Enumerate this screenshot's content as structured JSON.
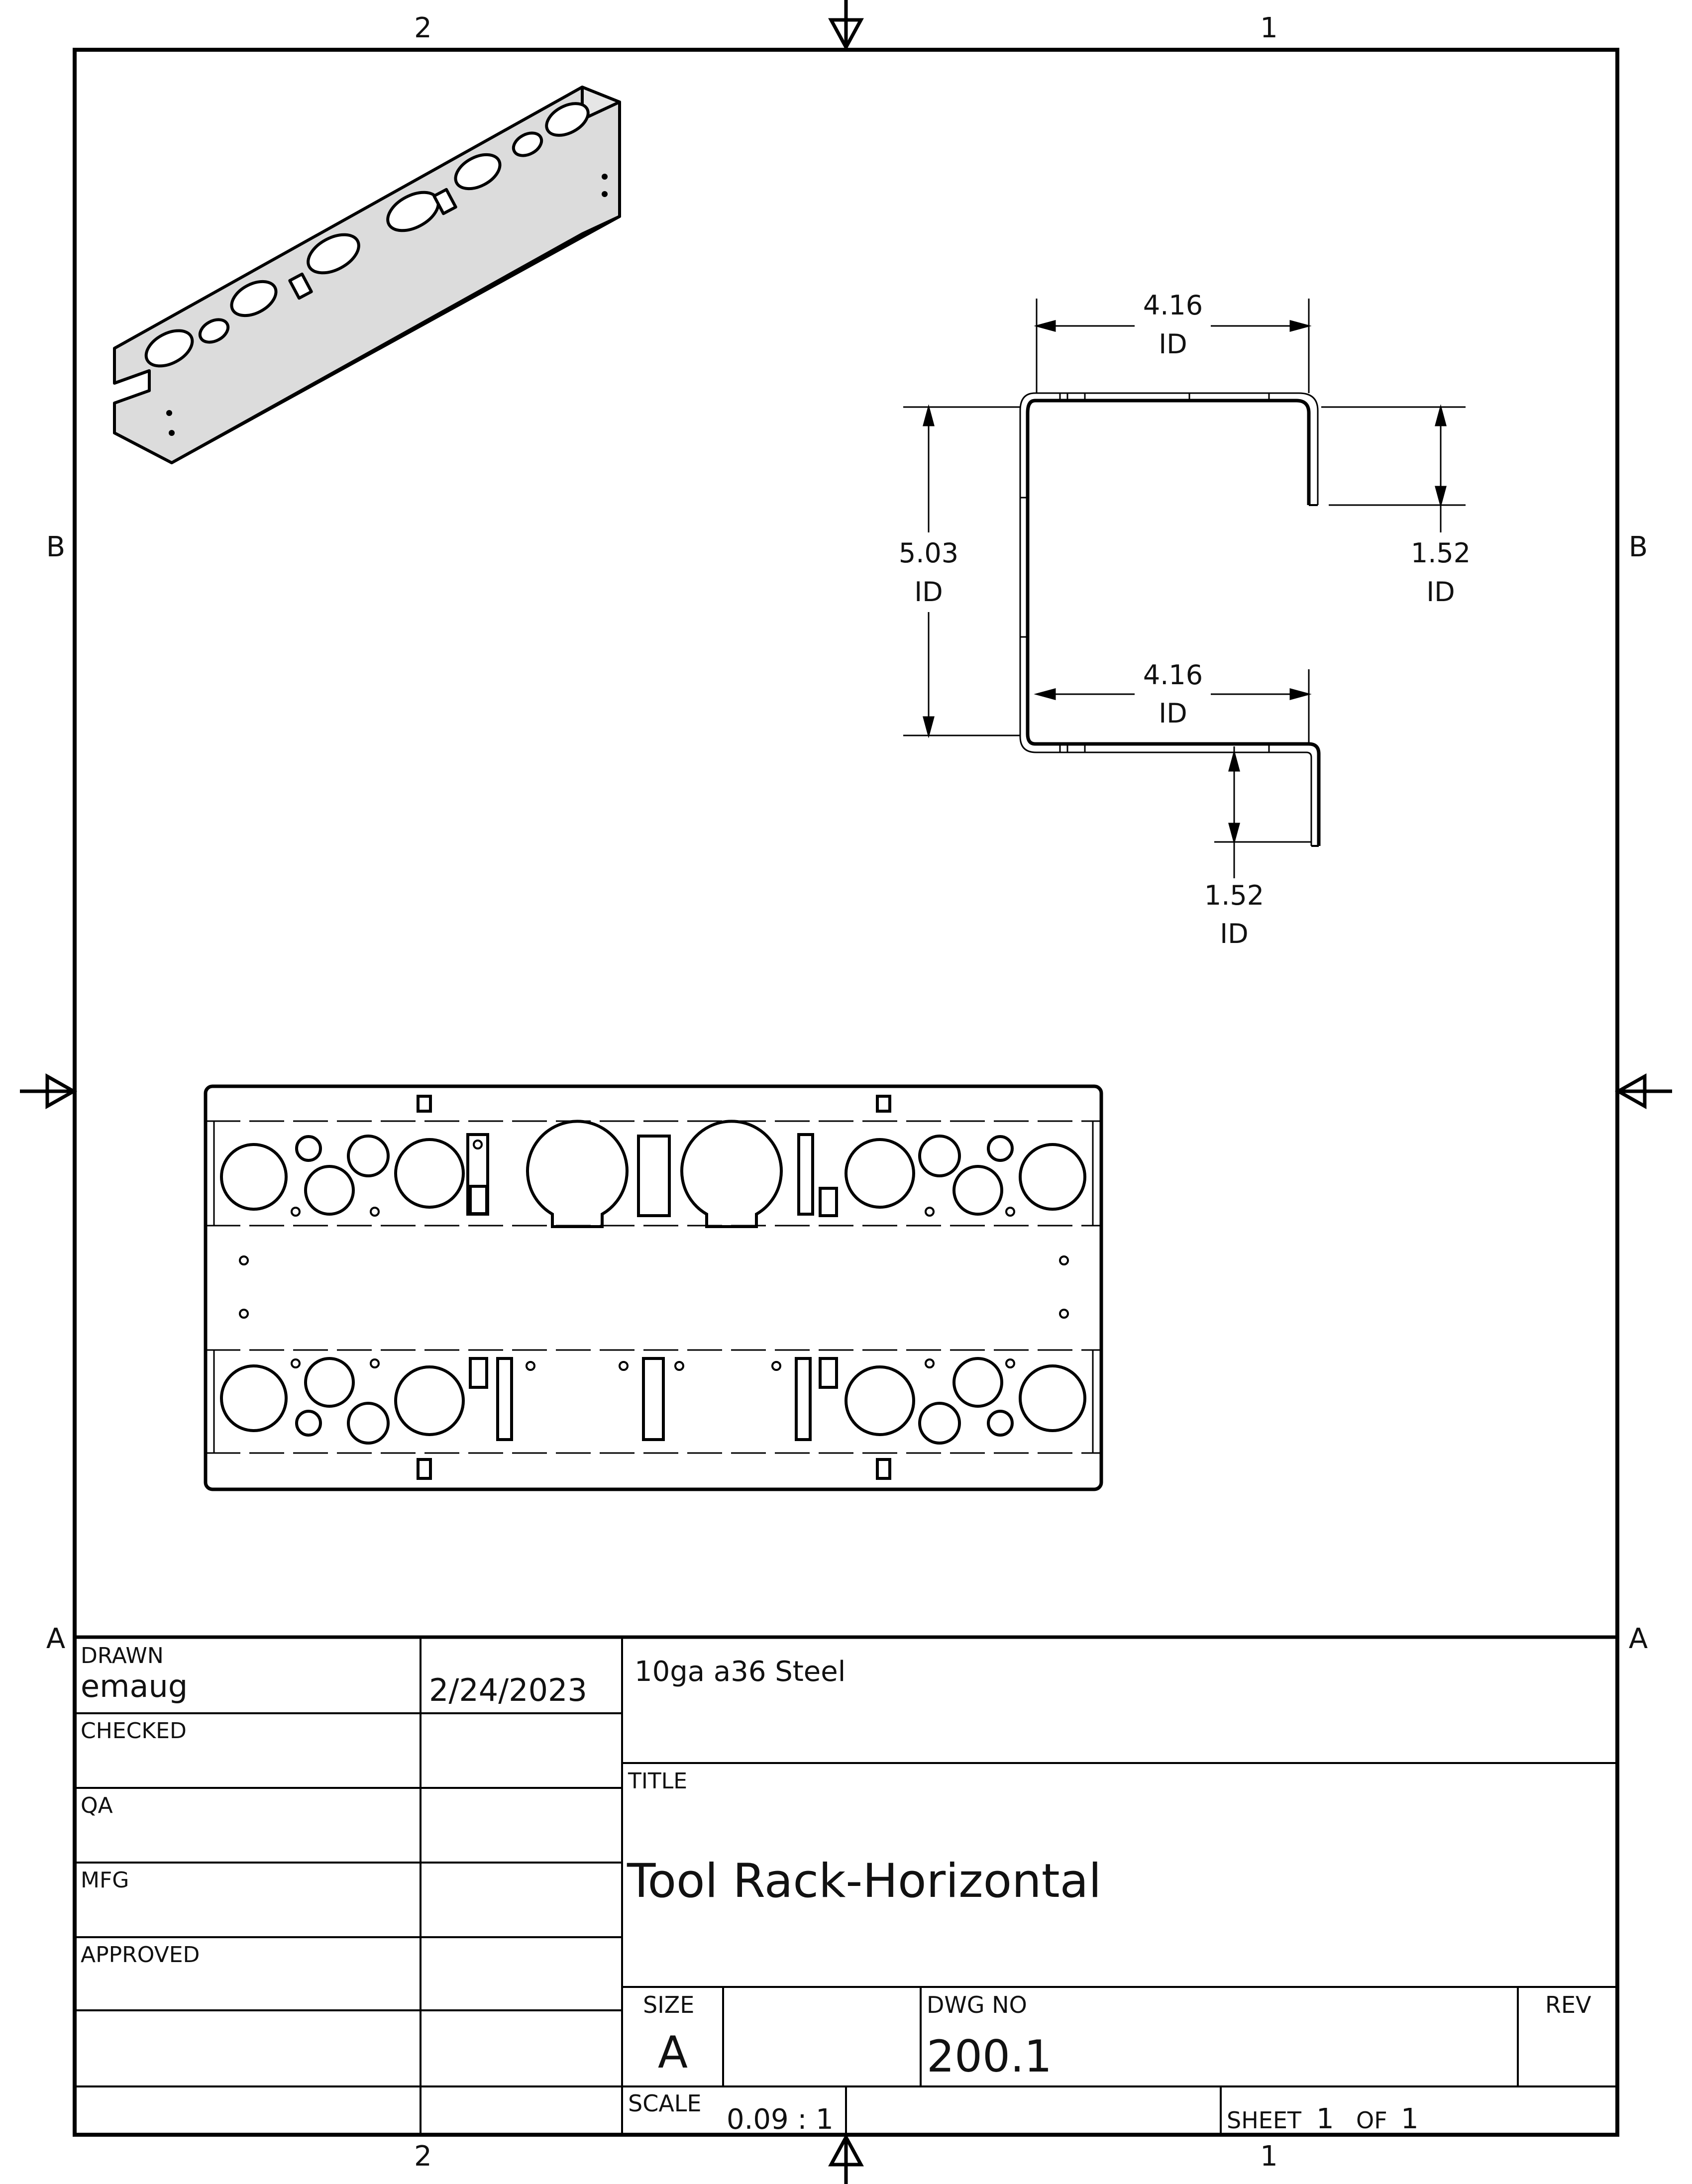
{
  "border": {
    "zones_top": [
      "2",
      "1"
    ],
    "zones_bottom": [
      "2",
      "1"
    ],
    "zones_left": [
      "B",
      "A"
    ],
    "zones_right": [
      "B",
      "A"
    ]
  },
  "dimensions": {
    "top_width": {
      "value": "4.16",
      "note": "ID"
    },
    "height": {
      "value": "5.03",
      "note": "ID"
    },
    "right_flange": {
      "value": "1.52",
      "note": "ID"
    },
    "bottom_width": {
      "value": "4.16",
      "note": "ID"
    },
    "bottom_flange": {
      "value": "1.52",
      "note": "ID"
    }
  },
  "title_block": {
    "drawn_label": "DRAWN",
    "drawn_by": "emaug",
    "drawn_date": "2/24/2023",
    "checked_label": "CHECKED",
    "qa_label": "QA",
    "mfg_label": "MFG",
    "approved_label": "APPROVED",
    "material": "10ga a36 Steel",
    "title_label": "TITLE",
    "title": "Tool Rack-Horizontal",
    "size_label": "SIZE",
    "size": "A",
    "dwg_no_label": "DWG NO",
    "dwg_no": "200.1",
    "rev_label": "REV",
    "scale_label": "SCALE",
    "scale": "0.09 : 1",
    "sheet_label": "SHEET",
    "sheet_num": "1",
    "of_label": "OF",
    "sheet_total": "1"
  }
}
